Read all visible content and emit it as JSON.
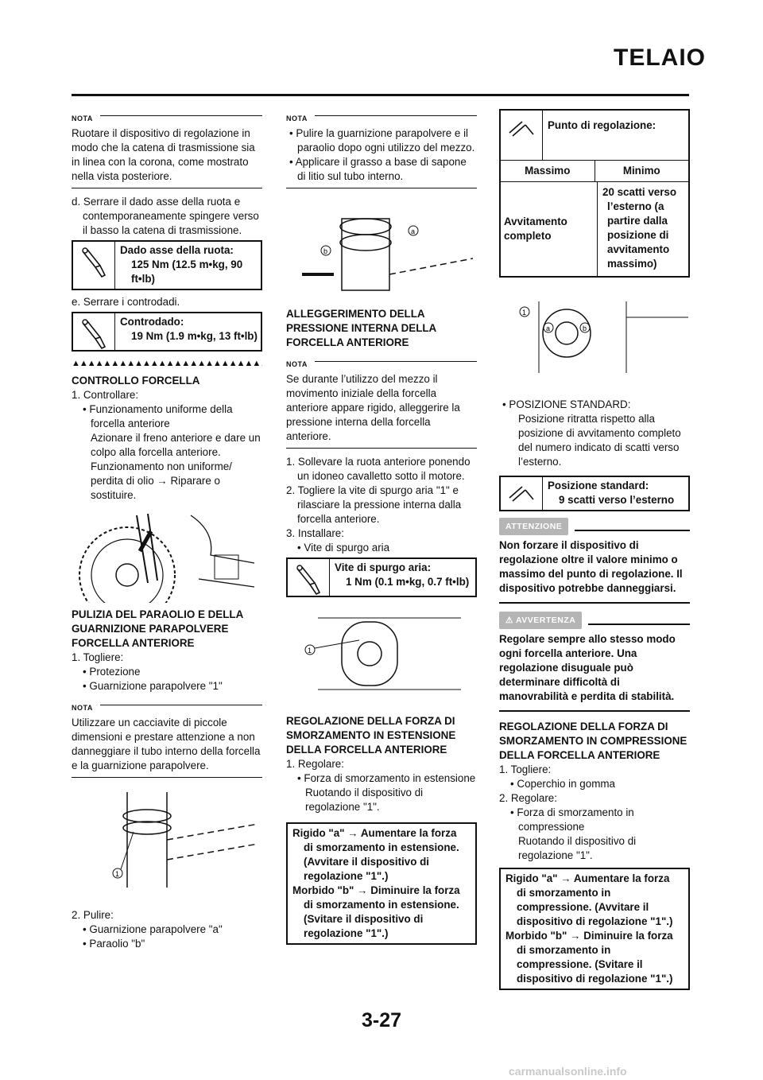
{
  "header": {
    "title": "TELAIO"
  },
  "footer": {
    "page": "3-27",
    "watermark": "carmanualsonline.info"
  },
  "labels": {
    "nota": "NOTA",
    "attenzione": "ATTENZIONE",
    "avvertenza": "AVVERTENZA"
  },
  "col1": {
    "nota1": "Ruotare il dispositivo di regolazione in modo che la catena di trasmissione sia in linea con la corona, come mostrato nella vista posteriore.",
    "step_d": "d. Serrare il dado asse della ruota e contemporaneamente spingere verso il basso la catena di trasmissione.",
    "box1_title": "Dado asse della ruota:",
    "box1_value": "125 Nm (12.5 m•kg, 90 ft•lb)",
    "step_e": "e. Serrare i controdadi.",
    "box2_title": "Controdado:",
    "box2_value": "19 Nm (1.9 m•kg, 13 ft•lb)",
    "triangles": "▲▲▲▲▲▲▲▲▲▲▲▲▲▲▲▲▲▲▲▲▲▲▲▲▲▲▲▲▲▲",
    "sec_controllo": "CONTROLLO FORCELLA",
    "c_step1": "1. Controllare:",
    "c_b1": "• Funzionamento uniforme della forcella anteriore",
    "c_b1_text": "Azionare il freno anteriore e dare un colpo alla forcella anteriore. Funzionamento non uniforme/ perdita di olio → Riparare o sostituire.",
    "sec_pulizia": "PULIZIA DEL PARAOLIO E DELLA GUARNIZIONE PARAPOLVERE FORCELLA ANTERIORE",
    "p_step1": "1. Togliere:",
    "p_b1": "• Protezione",
    "p_b2": "• Guarnizione parapolvere \"1\"",
    "nota2": "Utilizzare un cacciavite di piccole dimensioni e prestare attenzione a non danneggiare il tubo interno della forcella e la guarnizione parapolvere.",
    "p_step2": "2. Pulire:",
    "p_b3": "• Guarnizione parapolvere \"a\"",
    "p_b4": "• Paraolio \"b\""
  },
  "col2": {
    "nota_b1": "• Pulire la guarnizione parapolvere e il paraolio dopo ogni utilizzo del mezzo.",
    "nota_b2": "• Applicare il grasso a base di sapone di litio sul tubo interno.",
    "sec_alleg": "ALLEGGERIMENTO DELLA PRESSIONE INTERNA DELLA FORCELLA ANTERIORE",
    "nota2": "Se durante l’utilizzo del mezzo il movimento iniziale della forcella anteriore appare rigido, alleggerire la pressione interna della forcella anteriore.",
    "s1": "1. Sollevare la ruota anteriore ponendo un idoneo cavalletto sotto il motore.",
    "s2": "2. Togliere la vite di spurgo aria \"1\" e rilasciare la pressione interna dalla forcella anteriore.",
    "s3": "3. Installare:",
    "s3_b": "• Vite di spurgo aria",
    "box_title": "Vite di spurgo aria:",
    "box_value": "1 Nm (0.1 m•kg, 0.7 ft•lb)",
    "sec_reg": "REGOLAZIONE DELLA FORZA DI SMORZAMENTO IN ESTENSIONE DELLA FORCELLA ANTERIORE",
    "r1": "1. Regolare:",
    "r1_b": "• Forza di smorzamento in estensione",
    "r1_text": "Ruotando il dispositivo di regolazione \"1\".",
    "rbox_a": "Rigido \"a\" → Aumentare la forza",
    "rbox_a2": "di smorzamento in estensione. (Avvitare il dispositivo di regolazione \"1\".)",
    "rbox_b": "Morbido \"b\" → Diminuire la forza",
    "rbox_b2": "di smorzamento in estensione. (Svitare il dispositivo di regolazione \"1\".)"
  },
  "col3": {
    "tbl_title": "Punto di regolazione:",
    "tbl_h1": "Massimo",
    "tbl_h2": "Minimo",
    "tbl_a": "Avvitamento completo",
    "tbl_b": "20 scatti verso l’esterno (a partire dalla posizione di avvitamento massimo)",
    "pos_b": "• POSIZIONE STANDARD:",
    "pos_text": "Posizione ritratta rispetto alla posizione di avvitamento completo del numero indicato di scatti verso l’esterno.",
    "std_title": "Posizione standard:",
    "std_value": "9 scatti verso l’esterno",
    "att_text": "Non forzare il dispositivo di regolazione oltre il valore minimo o massimo del punto di regolazione. Il dispositivo potrebbe danneggiarsi.",
    "avv_text": "Regolare sempre allo stesso modo ogni forcella anteriore. Una regolazione disuguale può determinare difficoltà di manovrabilità e perdita di stabilità.",
    "sec_reg": "REGOLAZIONE DELLA FORZA DI SMORZAMENTO IN COMPRESSIONE DELLA FORCELLA ANTERIORE",
    "t1": "1. Togliere:",
    "t1_b": "• Coperchio in gomma",
    "t2": "2. Regolare:",
    "t2_b": "• Forza di smorzamento in compressione",
    "t2_text": "Ruotando il dispositivo di regolazione \"1\".",
    "rbox_a": "Rigido \"a\" → Aumentare la forza",
    "rbox_a2": "di smorzamento in compressione. (Avvitare il dispositivo di regolazione \"1\".)",
    "rbox_b": "Morbido \"b\" → Diminuire la forza",
    "rbox_b2": "di smorzamento in compressione. (Svitare il dispositivo di regolazione \"1\".)"
  }
}
